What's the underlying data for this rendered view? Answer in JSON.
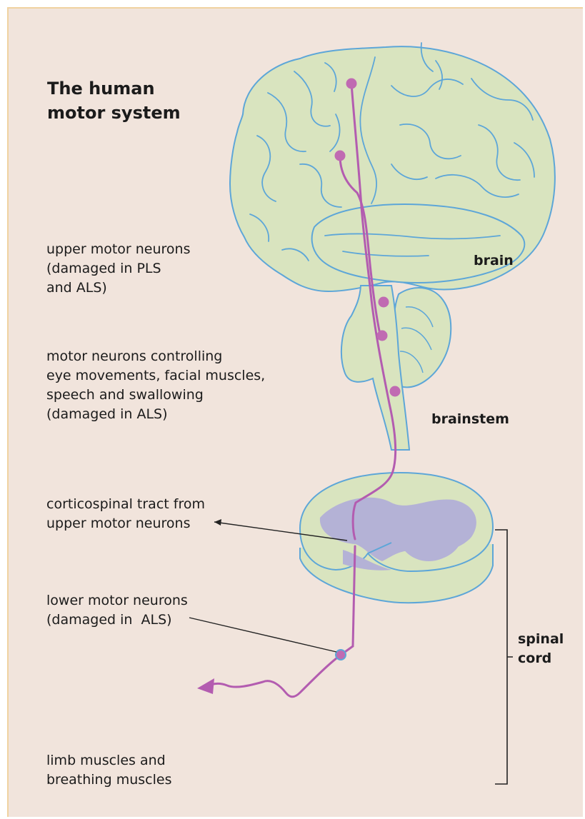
{
  "title": {
    "line1": "The human",
    "line2": "motor system"
  },
  "structures": {
    "brain": "brain",
    "brainstem": "brainstem",
    "spinal_cord": {
      "line1": "spinal",
      "line2": "cord"
    }
  },
  "labels": {
    "upper_motor_neurons": {
      "line1": "upper motor neurons",
      "line2": "(damaged in PLS",
      "line3": "and ALS)"
    },
    "brainstem_neurons": {
      "line1": "motor neurons controlling",
      "line2": "eye movements, facial muscles,",
      "line3": "speech and swallowing",
      "line4": "(damaged in ALS)"
    },
    "corticospinal": {
      "line1": "corticospinal tract from",
      "line2": "upper motor neurons"
    },
    "lower_motor_neurons": {
      "line1": "lower motor neurons",
      "line2": "(damaged in  ALS)"
    },
    "muscles": {
      "line1": "limb muscles and",
      "line2": "breathing muscles"
    }
  },
  "colors": {
    "background": "#f1e4dc",
    "tissue_fill": "#d9e4bf",
    "tissue_outline": "#5da6d8",
    "grey_matter": "#b4b2d6",
    "neuron": "#c06ab2",
    "axon": "#b35cb0",
    "leader": "#222222"
  }
}
